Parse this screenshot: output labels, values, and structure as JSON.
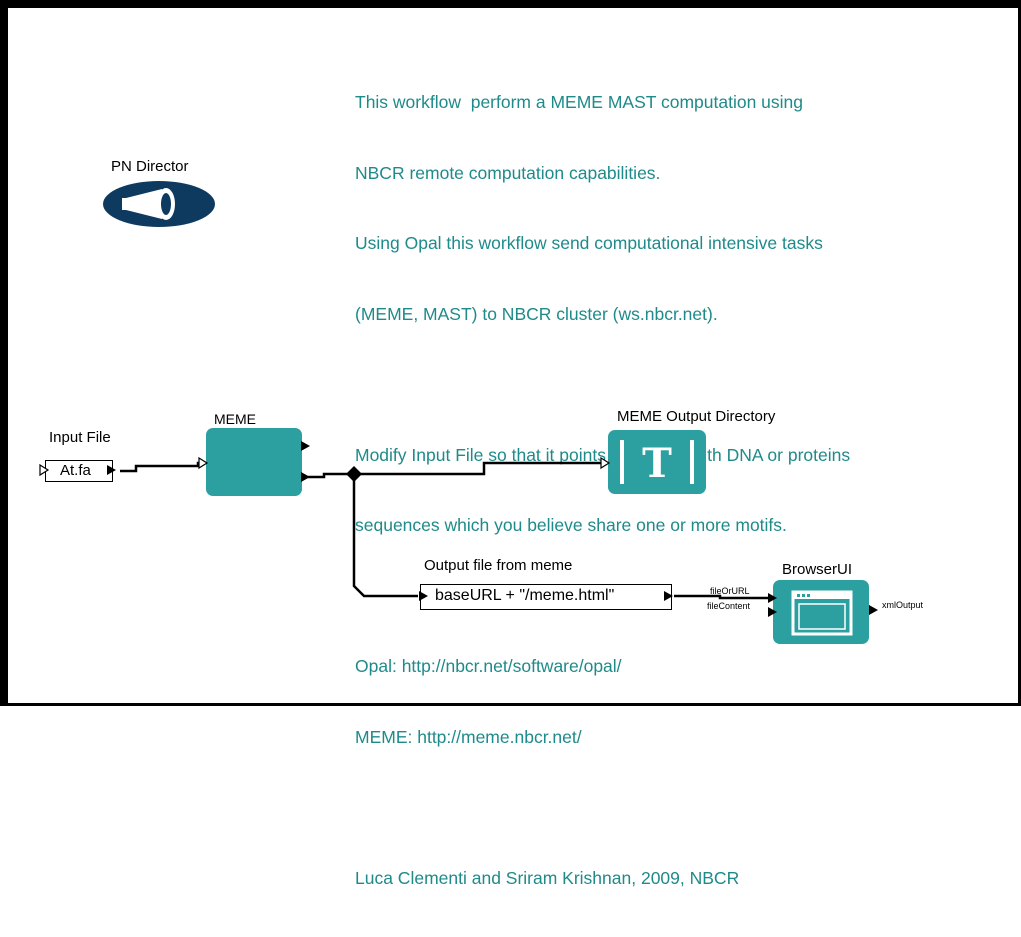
{
  "annotation": {
    "lines": [
      "This workflow  perform a MEME MAST computation using",
      "NBCR remote computation capabilities.",
      "Using Opal this workflow send computational intensive tasks",
      "(MEME, MAST) to NBCR cluster (ws.nbcr.net).",
      "",
      "Modify Input File so that it points to you file with DNA or proteins",
      "sequences which you believe share one or more motifs.",
      "",
      "Opal: http://nbcr.net/software/opal/",
      "MEME: http://meme.nbcr.net/",
      "",
      "Luca Clementi and Sriram Krishnan, 2009, NBCR"
    ]
  },
  "director": {
    "label": "PN Director",
    "icon": "director-megaphone-icon"
  },
  "input_file": {
    "label": "Input File",
    "value": "At.fa"
  },
  "meme_actor": {
    "label": "MEME"
  },
  "output_dir": {
    "label": "MEME Output Directory",
    "glyph": "T"
  },
  "expression": {
    "label": "Output file from meme",
    "value": "baseURL + \"/meme.html\""
  },
  "browser_ui": {
    "label": "BrowserUI",
    "ports": {
      "in1": "fileOrURL",
      "in2": "fileContent",
      "out": "xmlOutput"
    }
  },
  "colors": {
    "annotation_text": "#1f8a8a",
    "actor_teal": "#2ca0a0",
    "director_navy": "#0e3a5f"
  }
}
